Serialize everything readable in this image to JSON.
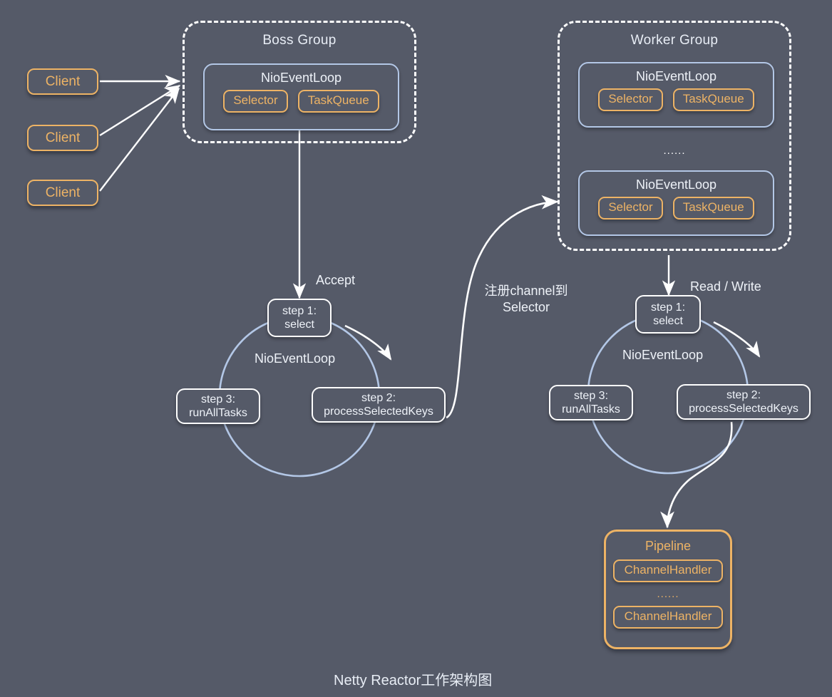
{
  "diagram": {
    "caption": "Netty Reactor工作架构图",
    "background_color": "#555a68",
    "colors": {
      "accent_orange": "#edb365",
      "accent_blue": "#b3c7e6",
      "text_light": "#eef2f8",
      "stroke_white": "#ffffff"
    }
  },
  "clients": [
    {
      "label": "Client"
    },
    {
      "label": "Client"
    },
    {
      "label": "Client"
    }
  ],
  "boss_group": {
    "title": "Boss Group",
    "event_loops": [
      {
        "title": "NioEventLoop",
        "components": [
          {
            "label": "Selector"
          },
          {
            "label": "TaskQueue"
          }
        ]
      }
    ]
  },
  "worker_group": {
    "title": "Worker Group",
    "ellipsis": "......",
    "event_loops": [
      {
        "title": "NioEventLoop",
        "components": [
          {
            "label": "Selector"
          },
          {
            "label": "TaskQueue"
          }
        ]
      },
      {
        "title": "NioEventLoop",
        "components": [
          {
            "label": "Selector"
          },
          {
            "label": "TaskQueue"
          }
        ]
      }
    ]
  },
  "boss_loop": {
    "center_label": "NioEventLoop",
    "incoming_label": "Accept",
    "steps": [
      {
        "line1": "step 1:",
        "line2": "select"
      },
      {
        "line1": "step 2:",
        "line2": "processSelectedKeys"
      },
      {
        "line1": "step 3:",
        "line2": "runAllTasks"
      }
    ]
  },
  "worker_loop": {
    "center_label": "NioEventLoop",
    "incoming_label": "Read / Write",
    "steps": [
      {
        "line1": "step 1:",
        "line2": "select"
      },
      {
        "line1": "step 2:",
        "line2": "processSelectedKeys"
      },
      {
        "line1": "step 3:",
        "line2": "runAllTasks"
      }
    ]
  },
  "register_edge": {
    "label": "注册channel到\nSelector"
  },
  "pipeline": {
    "title": "Pipeline",
    "ellipsis": "......",
    "handlers": [
      {
        "label": "ChannelHandler"
      },
      {
        "label": "ChannelHandler"
      }
    ]
  }
}
